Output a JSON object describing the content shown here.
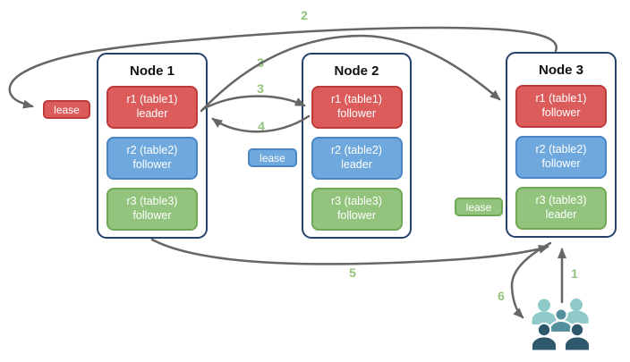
{
  "diagram": {
    "nodes": [
      {
        "title": "Node 1",
        "replicas": [
          {
            "label": "r1 (table1)",
            "role": "leader",
            "color": "red"
          },
          {
            "label": "r2 (table2)",
            "role": "follower",
            "color": "blue"
          },
          {
            "label": "r3 (table3)",
            "role": "follower",
            "color": "green"
          }
        ]
      },
      {
        "title": "Node 2",
        "replicas": [
          {
            "label": "r1 (table1)",
            "role": "follower",
            "color": "red"
          },
          {
            "label": "r2 (table2)",
            "role": "leader",
            "color": "blue"
          },
          {
            "label": "r3 (table3)",
            "role": "follower",
            "color": "green"
          }
        ]
      },
      {
        "title": "Node 3",
        "replicas": [
          {
            "label": "r1 (table1)",
            "role": "follower",
            "color": "red"
          },
          {
            "label": "r2 (table2)",
            "role": "follower",
            "color": "blue"
          },
          {
            "label": "r3 (table3)",
            "role": "leader",
            "color": "green"
          }
        ]
      }
    ],
    "leases": [
      {
        "label": "lease",
        "color": "red"
      },
      {
        "label": "lease",
        "color": "blue"
      },
      {
        "label": "lease",
        "color": "green"
      }
    ],
    "steps": {
      "s1": "1",
      "s2": "2",
      "s3a": "3",
      "s3b": "3",
      "s4": "4",
      "s5": "5",
      "s6": "6"
    },
    "icons": {
      "users": "users-group-icon"
    },
    "colors": {
      "replica_red": "#DC5C5C",
      "replica_red_border": "#BE3B3B",
      "replica_blue": "#6FA8DC",
      "replica_blue_border": "#4A86C6",
      "replica_green": "#93C47D",
      "replica_green_border": "#6FA956",
      "node_border": "#24426B",
      "arrow": "#666666",
      "step_label": "#93C47D",
      "users_light": "#8FC9C9",
      "users_medium": "#55919D",
      "users_dark": "#2E586C"
    }
  }
}
